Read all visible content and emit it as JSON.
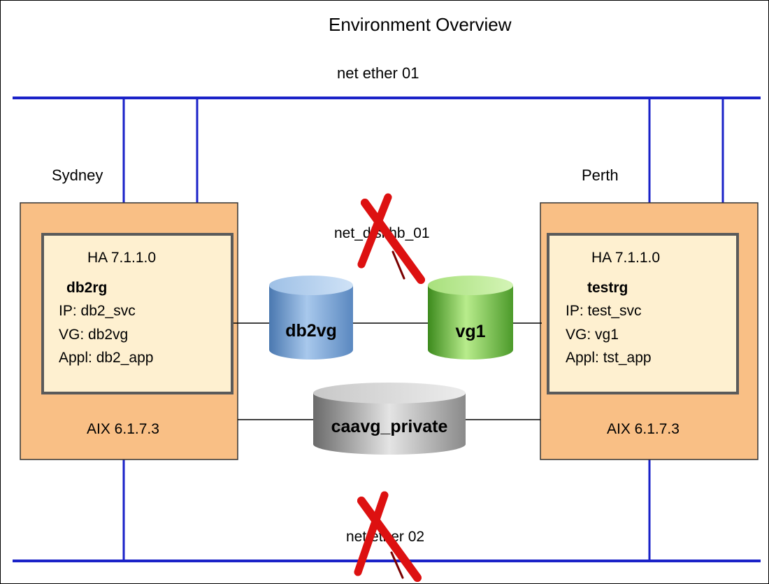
{
  "diagram": {
    "title": "Environment Overview",
    "networks": {
      "top_label": "net ether 01",
      "heartbeat_label": "net_diskhb_01",
      "bottom_label": "net ether 02"
    },
    "nodes": [
      {
        "site": "Sydney",
        "ha_version": "HA 7.1.1.0",
        "resource_group": "db2rg",
        "ip": "IP: db2_svc",
        "vg": "VG: db2vg",
        "appl": "Appl: db2_app",
        "os": "AIX 6.1.7.3"
      },
      {
        "site": "Perth",
        "ha_version": "HA 7.1.1.0",
        "resource_group": "testrg",
        "ip": "IP: test_svc",
        "vg": "VG: vg1",
        "appl": "Appl: tst_app",
        "os": "AIX 6.1.7.3"
      }
    ],
    "volume_groups": {
      "db2vg": "db2vg",
      "vg1": "vg1",
      "caavg": "caavg_private"
    },
    "colors": {
      "network_line": "#1a22c8",
      "node_outer": "#f9bf85",
      "node_inner": "#fef0d0",
      "db2vg_disk": "#6c9fd0",
      "vg1_disk": "#8fce5a",
      "caavg_disk": "#b8b8b8",
      "failure_mark": "#dd1111"
    },
    "icons": [
      "red-x-failure-mark",
      "disk-cylinder"
    ]
  }
}
